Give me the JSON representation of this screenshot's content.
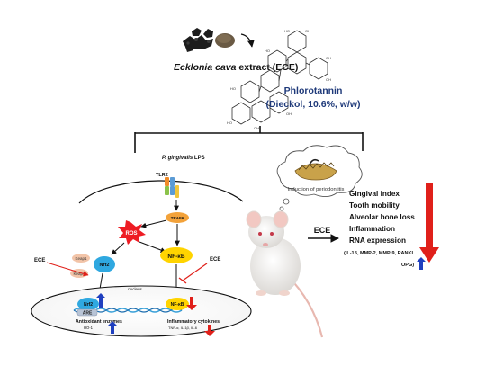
{
  "extract": {
    "name_italic": "Ecklonia cava",
    "name_rest": " extract (ECE)"
  },
  "compound": {
    "name": "Phlorotannin",
    "detail": "(Dieckol, 10.6%, w/w)"
  },
  "pathway": {
    "lps_italic": "P. gingivalis",
    "lps_rest": " LPS",
    "tlr2": "TLR2",
    "traf6": "TRAF6",
    "ros": "ROS",
    "nrf2": "Nrf2",
    "keap1": "Keap1",
    "nfkb": "NF-κB",
    "ece_left": "ECE",
    "ece_right": "ECE",
    "nucleus": "nucleus",
    "are": "ARE",
    "antioxidant": "Antioxidant enzymes",
    "ho1": "HO-1",
    "inflammatory": "Inflammatory cytokines",
    "cytokine_list": "TNF-α, IL-1β, IL-6"
  },
  "in_vivo": {
    "thought": "Induction of periodontitis",
    "ece": "ECE",
    "outcomes": [
      "Gingival index",
      "Tooth mobility",
      "Alveolar bone loss",
      "Inflammation",
      "RNA expression"
    ],
    "markers_line1": "(IL-1β, MMP-2, MMP-9, RANKL",
    "markers_line2": "OPG)"
  },
  "colors": {
    "blue_arrow": "#1f3fbf",
    "red_arrow": "#e0201a",
    "nrf2_fill": "#2fa8e0",
    "nfkb_fill": "#ffd400",
    "ros_fill": "#ee1c24",
    "traf6_fill": "#f3a23a",
    "keap1_fill": "#f2c4a8",
    "title_blue": "#1f3a7a"
  }
}
